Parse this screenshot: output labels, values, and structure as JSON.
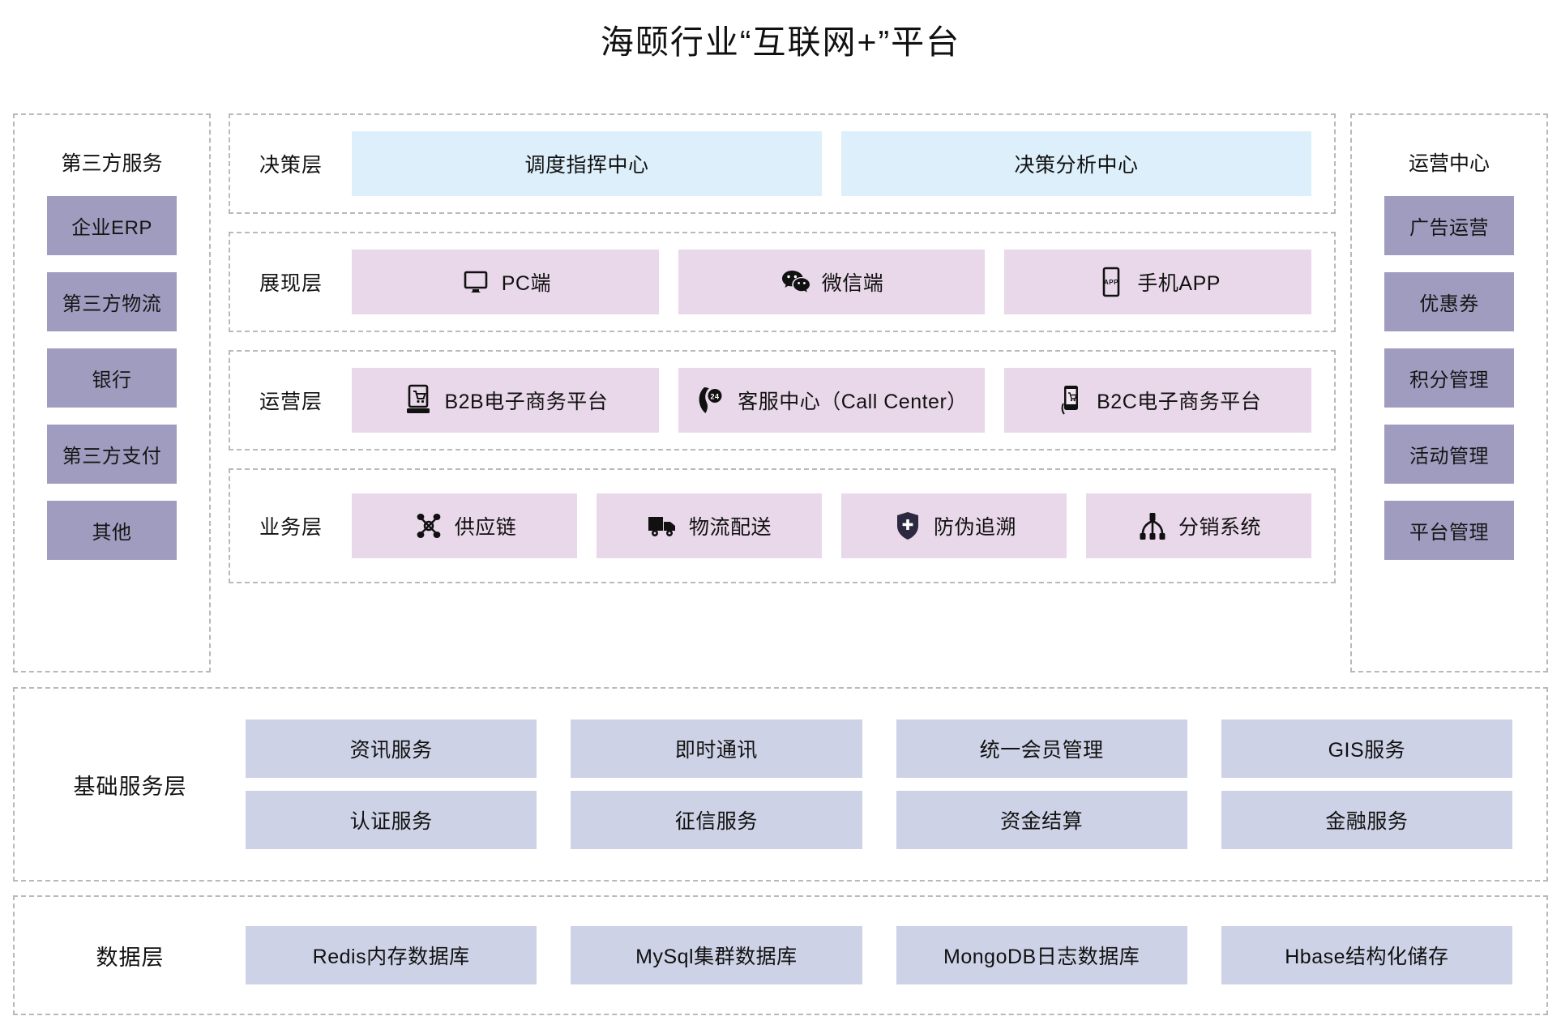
{
  "title": "海颐行业“互联网+”平台",
  "left_panel": {
    "title": "第三方服务",
    "items": [
      {
        "label": "企业ERP"
      },
      {
        "label": "第三方物流"
      },
      {
        "label": "银行"
      },
      {
        "label": "第三方支付"
      },
      {
        "label": "其他"
      }
    ]
  },
  "right_panel": {
    "title": "运营中心",
    "items": [
      {
        "label": "广告运营"
      },
      {
        "label": "优惠券"
      },
      {
        "label": "积分管理"
      },
      {
        "label": "活动管理"
      },
      {
        "label": "平台管理"
      }
    ]
  },
  "layers": [
    {
      "label": "决策层",
      "cards": [
        {
          "label": "调度指挥中心",
          "icon": ""
        },
        {
          "label": "决策分析中心",
          "icon": ""
        }
      ]
    },
    {
      "label": "展现层",
      "cards": [
        {
          "label": "PC端",
          "icon": "monitor-icon"
        },
        {
          "label": "微信端",
          "icon": "wechat-icon"
        },
        {
          "label": "手机APP",
          "icon": "mobile-app-icon"
        }
      ]
    },
    {
      "label": "运营层",
      "cards": [
        {
          "label": "B2B电子商务平台",
          "icon": "shopping-terminal-icon"
        },
        {
          "label": "客服中心（Call Center）",
          "icon": "phone-24h-icon"
        },
        {
          "label": "B2C电子商务平台",
          "icon": "mobile-cart-icon"
        }
      ]
    },
    {
      "label": "业务层",
      "cards": [
        {
          "label": "供应链",
          "icon": "network-nodes-icon"
        },
        {
          "label": "物流配送",
          "icon": "truck-icon"
        },
        {
          "label": "防伪追溯",
          "icon": "shield-icon"
        },
        {
          "label": "分销系统",
          "icon": "hierarchy-icon"
        }
      ]
    }
  ],
  "base_service_layer": {
    "label": "基础服务层",
    "rows": [
      [
        {
          "label": "资讯服务"
        },
        {
          "label": "即时通讯"
        },
        {
          "label": "统一会员管理"
        },
        {
          "label": "GIS服务"
        }
      ],
      [
        {
          "label": "认证服务"
        },
        {
          "label": "征信服务"
        },
        {
          "label": "资金结算"
        },
        {
          "label": "金融服务"
        }
      ]
    ]
  },
  "data_layer": {
    "label": "数据层",
    "rows": [
      [
        {
          "label": "Redis内存数据库"
        },
        {
          "label": "MySql集群数据库"
        },
        {
          "label": "MongoDB日志数据库"
        },
        {
          "label": "Hbase结构化储存"
        }
      ]
    ]
  },
  "colors": {
    "purple_chip": "#a09cc0",
    "pink_card": "#e9d8ea",
    "blue_card": "#ddeffa",
    "slate_chip": "#ced2e6",
    "dashed_border": "#b9b9b9"
  }
}
